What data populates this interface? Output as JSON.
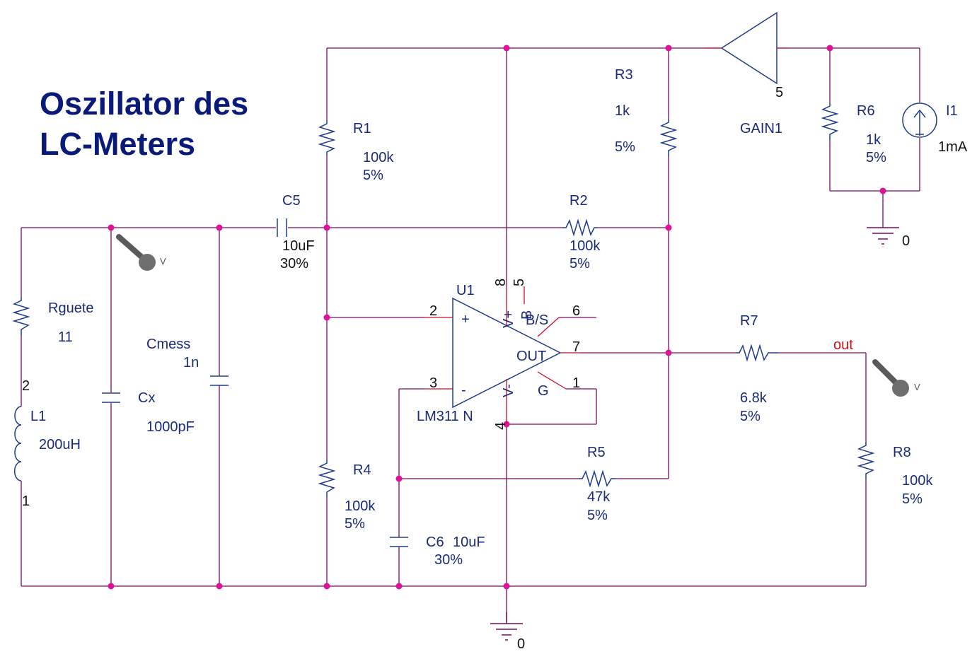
{
  "title": {
    "line1": "Oszillator des",
    "line2": "LC-Meters"
  },
  "components": {
    "R1": {
      "ref": "R1",
      "value": "100k",
      "tol": "5%"
    },
    "R2": {
      "ref": "R2",
      "value": "100k",
      "tol": "5%"
    },
    "R3": {
      "ref": "R3",
      "value": "1k",
      "tol": "5%"
    },
    "R4": {
      "ref": "R4",
      "value": "100k",
      "tol": "5%"
    },
    "R5": {
      "ref": "R5",
      "value": "47k",
      "tol": "5%"
    },
    "R6": {
      "ref": "R6",
      "value": "1k",
      "tol": "5%"
    },
    "R7": {
      "ref": "R7",
      "value": "6.8k",
      "tol": "5%"
    },
    "R8": {
      "ref": "R8",
      "value": "100k",
      "tol": "5%"
    },
    "Rguete": {
      "ref": "Rguete",
      "value": "11"
    },
    "C5": {
      "ref": "C5",
      "value": "10uF",
      "tol": "30%"
    },
    "C6": {
      "ref": "C6",
      "value": "10uF",
      "tol": "30%"
    },
    "Cmess": {
      "ref": "Cmess",
      "value": "1n"
    },
    "Cx": {
      "ref": "Cx",
      "value": "1000pF"
    },
    "L1": {
      "ref": "L1",
      "value": "200uH",
      "pin_top": "2",
      "pin_bottom": "1"
    },
    "I1": {
      "ref": "I1",
      "value": "1mA"
    },
    "GAIN1": {
      "ref": "GAIN1",
      "value": "5"
    },
    "U1": {
      "ref": "U1",
      "part": "LM311 N",
      "plus": "+",
      "minus": "-",
      "out": "OUT",
      "vplus": "V+",
      "vminus": "V-",
      "bs": "B/S",
      "b": "B",
      "g": "G",
      "pins": {
        "p1": "1",
        "p2": "2",
        "p3": "3",
        "p4": "4",
        "p5": "5",
        "p6": "6",
        "p7": "7",
        "p8": "8"
      }
    }
  },
  "nets": {
    "out": "out",
    "gnd_main": "0",
    "gnd_right": "0"
  },
  "probes": {
    "probe1": "V",
    "probe2": "V"
  }
}
